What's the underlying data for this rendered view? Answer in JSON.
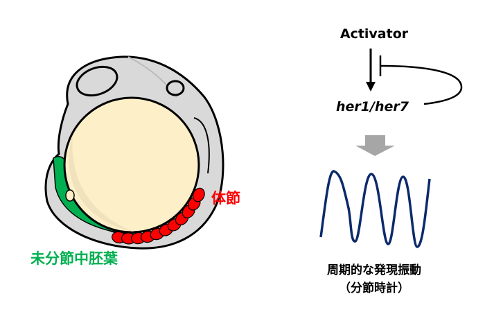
{
  "embryo": {
    "somite_label": "体節",
    "psm_label": "未分節中胚葉",
    "colors": {
      "body": "#d9d9d9",
      "yolk": "#fdf0c8",
      "psm": "#00b050",
      "somite": "#ff0000"
    }
  },
  "network": {
    "activator_label": "Activator",
    "gene_label": "her1/her7"
  },
  "oscillation": {
    "caption_line1": "周期的な発現振動",
    "caption_line2": "（分節時計）",
    "wave_color": "#0c2a6b"
  }
}
